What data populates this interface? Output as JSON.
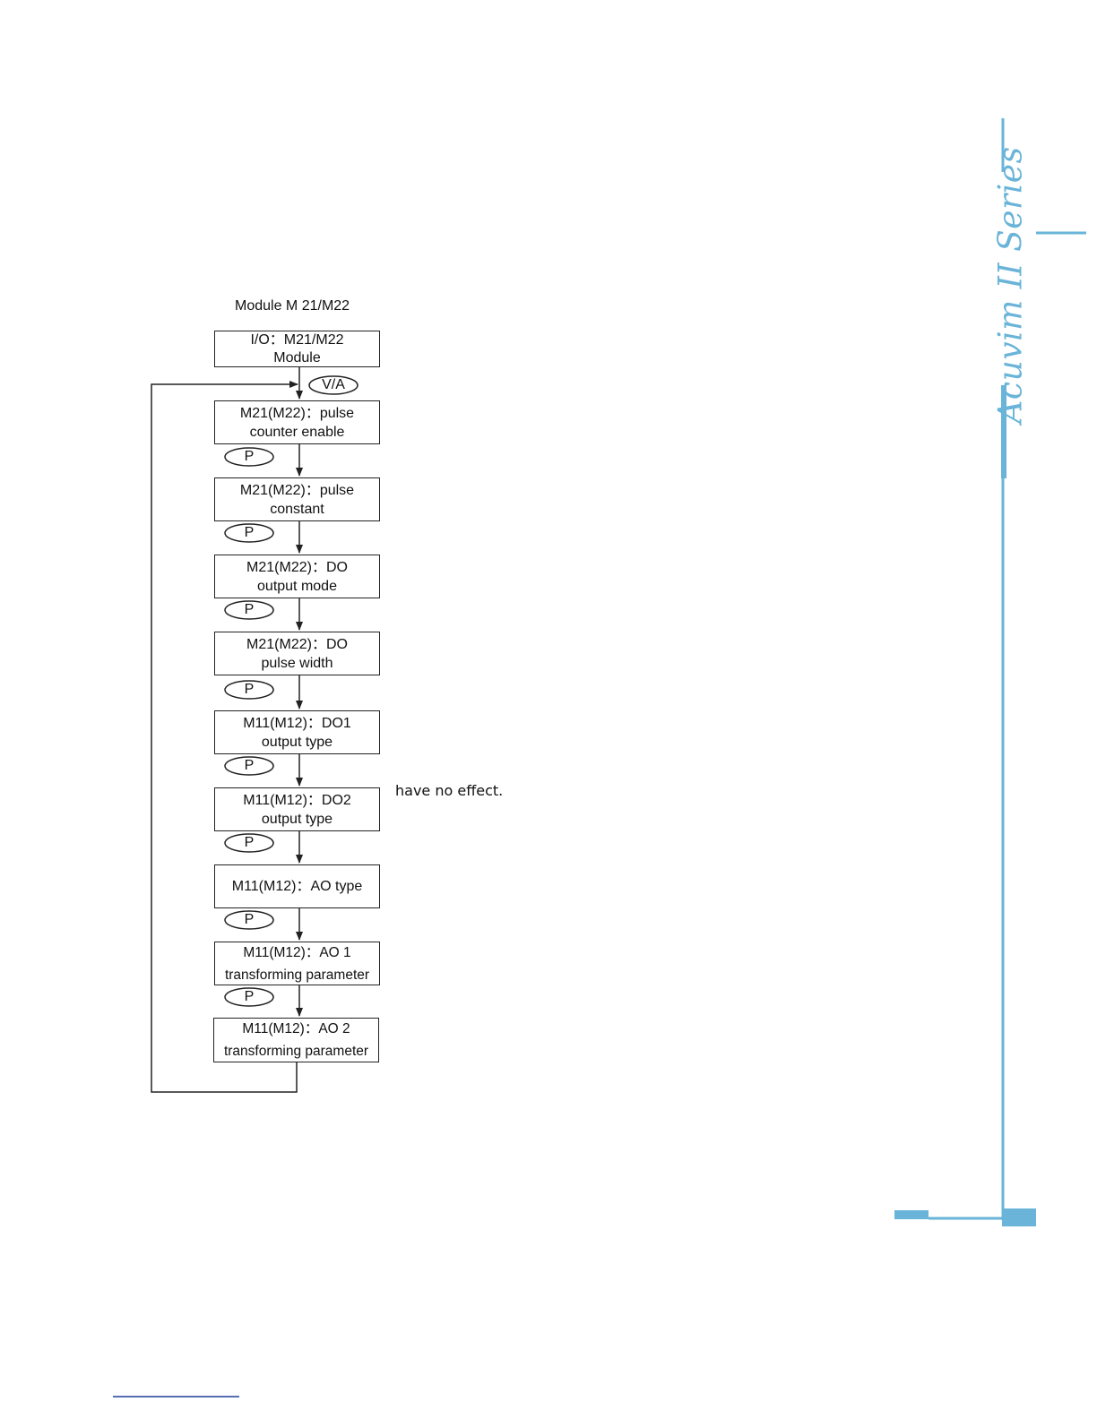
{
  "header": {
    "brand": "Acuvim II Series"
  },
  "diagram": {
    "title": "Module M 21/M22",
    "start_box": {
      "line1": "I/O：M21/M22",
      "line2": "Module"
    },
    "va_label": "V/A",
    "steps": [
      {
        "line1": "M21(M22)：pulse",
        "line2": "counter enable",
        "key": "P"
      },
      {
        "line1": "M21(M22)：pulse",
        "line2": "constant",
        "key": "P"
      },
      {
        "line1": "M21(M22)：DO",
        "line2": "output mode",
        "key": "P"
      },
      {
        "line1": "M21(M22)：DO",
        "line2": "pulse width",
        "key": "P"
      },
      {
        "line1": "M11(M12)：DO1",
        "line2": "output type",
        "key": "P"
      },
      {
        "line1": "M11(M12)：DO2",
        "line2": "output type",
        "key": "P"
      },
      {
        "line1": "M11(M12)：AO type",
        "line2": "",
        "key": "P"
      },
      {
        "line1": "M11(M12)：AO 1",
        "line2": "transforming parameter",
        "key": "P"
      },
      {
        "line1": "M11(M12)：AO 2",
        "line2": "transforming parameter",
        "key": ""
      }
    ]
  },
  "side_note": "have no effect.",
  "colors": {
    "accent": "#69b4d8",
    "line": "#222222"
  }
}
